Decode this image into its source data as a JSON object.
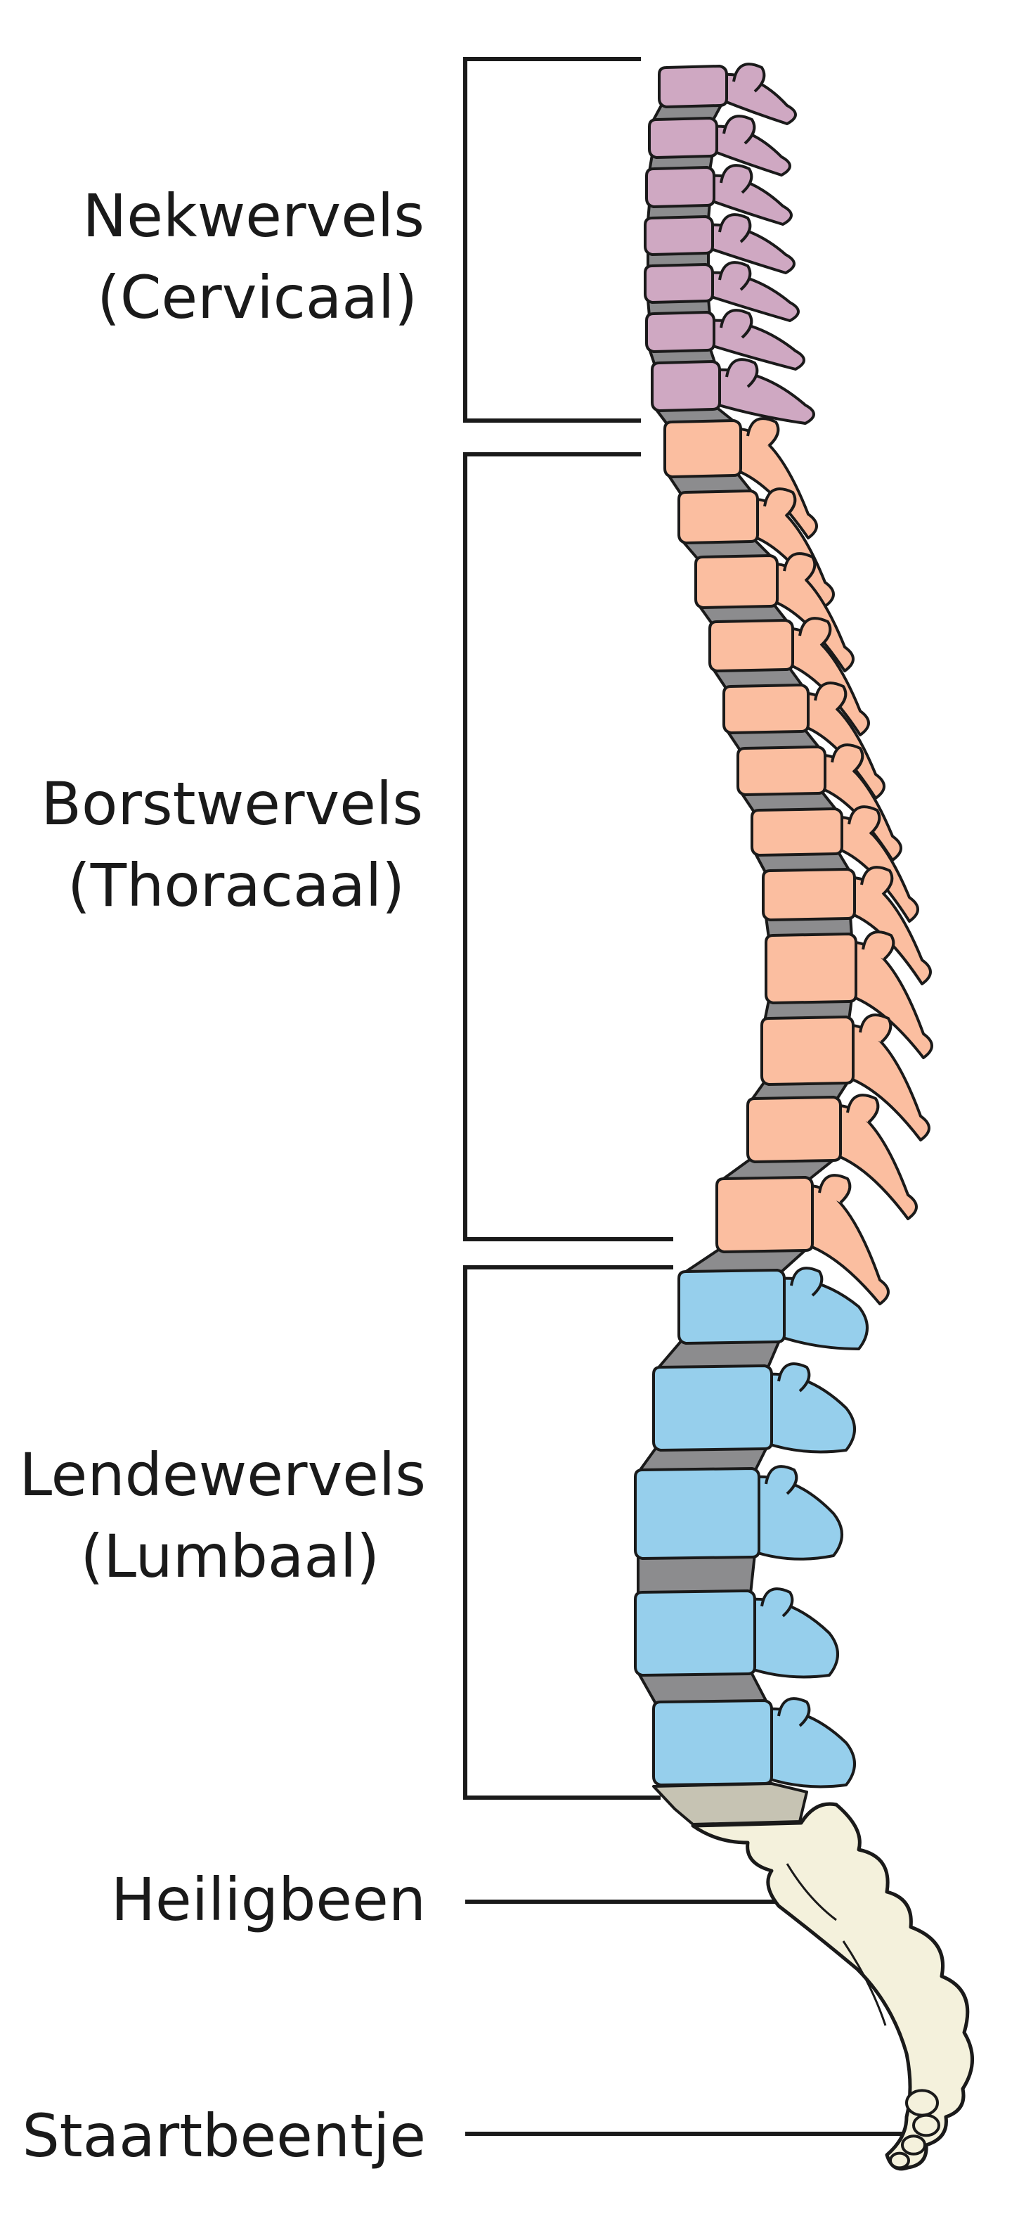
{
  "regions": [
    {
      "id": "cervical",
      "line1": "Nekwervels",
      "line2": "(Cervicaal)",
      "color": "#cfa8c2"
    },
    {
      "id": "thoracic",
      "line1": "Borstwervels",
      "line2": "(Thoracaal)",
      "color": "#fbbea0"
    },
    {
      "id": "lumbar",
      "line1": "Lendewervels",
      "line2": "(Lumbaal)",
      "color": "#96cfec"
    },
    {
      "id": "sacrum",
      "line1": "Heiligbeen",
      "color": "#f4f1dc"
    },
    {
      "id": "coccyx",
      "line1": "Staartbeentje",
      "color": "#f4f1dc"
    }
  ],
  "colors": {
    "outline": "#1a1a1a",
    "disc": "#8c8c8e",
    "sacral_disc": "#c6c3b3"
  }
}
